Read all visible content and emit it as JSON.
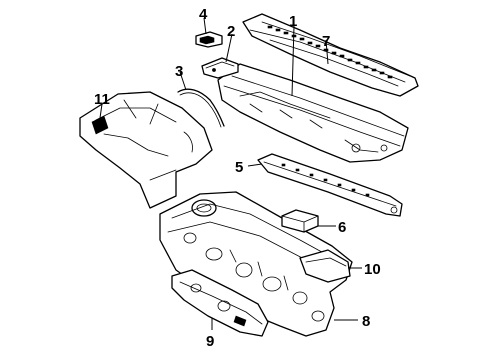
{
  "diagram": {
    "callouts": [
      {
        "id": "c1",
        "label": "1"
      },
      {
        "id": "c2",
        "label": "2"
      },
      {
        "id": "c3",
        "label": "3"
      },
      {
        "id": "c4",
        "label": "4"
      },
      {
        "id": "c5",
        "label": "5"
      },
      {
        "id": "c6",
        "label": "6"
      },
      {
        "id": "c7",
        "label": "7"
      },
      {
        "id": "c8",
        "label": "8"
      },
      {
        "id": "c9",
        "label": "9"
      },
      {
        "id": "c10",
        "label": "10"
      },
      {
        "id": "c11",
        "label": "11"
      }
    ]
  }
}
